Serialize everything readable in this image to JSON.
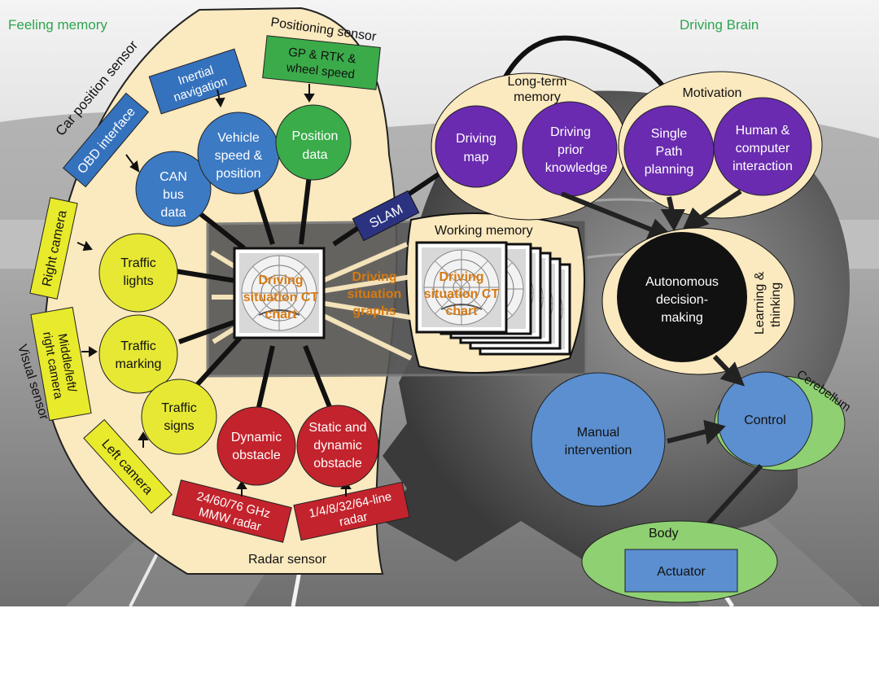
{
  "titles": {
    "left": "Feeling memory",
    "right": "Driving Brain"
  },
  "sensor_groups": {
    "car_position": "Car position sensor",
    "positioning": "Positioning sensor",
    "visual": "Visual sensor",
    "radar": "Radar sensor"
  },
  "sensors": {
    "obd": "OBD interface",
    "inertial": [
      "Inertial",
      "navigation"
    ],
    "gps": [
      "GP & RTK &",
      "wheel speed"
    ],
    "right_camera": "Right camera",
    "middle_camera": [
      "Middle/left/",
      "right camera"
    ],
    "left_camera": "Left camera",
    "mmw_radar": [
      "24/60/76 GHz",
      "MMW radar"
    ],
    "line_radar": [
      "1/4/8/32/64-line",
      "radar"
    ]
  },
  "perception": {
    "can": [
      "CAN",
      "bus",
      "data"
    ],
    "vehicle": [
      "Vehicle",
      "speed &",
      "position"
    ],
    "position": [
      "Position",
      "data"
    ],
    "lights": [
      "Traffic",
      "lights"
    ],
    "marking": [
      "Traffic",
      "marking"
    ],
    "signs": [
      "Traffic",
      "signs"
    ],
    "dynamic": [
      "Dynamic",
      "obstacle"
    ],
    "static_dynamic": [
      "Static and",
      "dynamic",
      "obstacle"
    ]
  },
  "ct_chart": {
    "chart_label": [
      "Driving",
      "situation CT",
      "chart"
    ],
    "graphs_label": [
      "Driving",
      "situation",
      "graphs"
    ],
    "working_memory": "Working memory",
    "slam": "SLAM"
  },
  "brain": {
    "long_term_memory": [
      "Long-term",
      "memory"
    ],
    "motivation": "Motivation",
    "driving_map": [
      "Driving",
      "map"
    ],
    "prior_knowledge": [
      "Driving",
      "prior",
      "knowledge"
    ],
    "path_planning": [
      "Single",
      "Path",
      "planning"
    ],
    "hci": [
      "Human &",
      "computer",
      "interaction"
    ],
    "decision": [
      "Autonomous",
      "decision-",
      "making"
    ],
    "learning": [
      "Learning &",
      "thinking"
    ],
    "manual": [
      "Manual",
      "intervention"
    ],
    "control": "Control",
    "cerebellum": "Cerebellum",
    "body": "Body",
    "actuator": "Actuator"
  },
  "colors": {
    "cream": "#fbe9bf",
    "blue_box": "#3572bd",
    "green_box": "#3bab4a",
    "yellow_box": "#e8ea2c",
    "red": "#c3232c",
    "purple": "#6a2bb0",
    "blue_circle": "#3c7ac4",
    "green_circle": "#3aac4a",
    "yellow_circle": "#e6e834",
    "navy": "#2b3380",
    "light_blue": "#5b8fd0",
    "light_green": "#8fd072",
    "orange_text": "#d77a12"
  }
}
